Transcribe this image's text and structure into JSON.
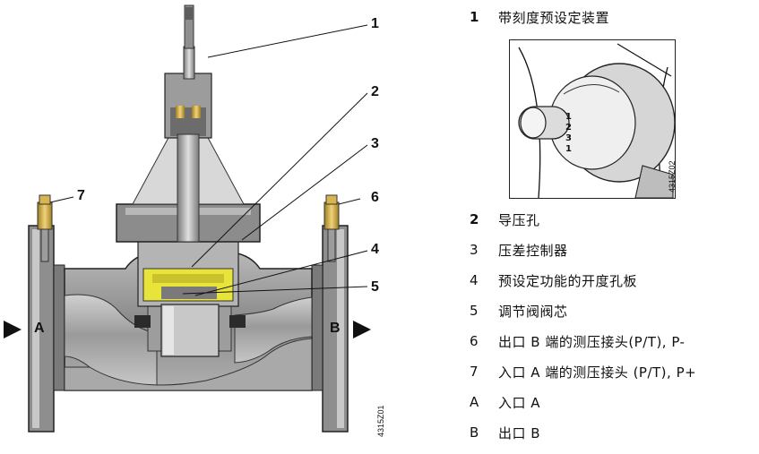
{
  "callouts": {
    "c1": "1",
    "c2": "2",
    "c3": "3",
    "c4": "4",
    "c5": "5",
    "c6": "6",
    "c7": "7"
  },
  "ports": {
    "a": "A",
    "b": "B"
  },
  "drawing_codes": {
    "main": "4315Z01",
    "inset": "4315Z02"
  },
  "legend": [
    {
      "key": "1",
      "text": "带刻度预设定装置"
    },
    {
      "key": "2",
      "text": "导压孔"
    },
    {
      "key": "3",
      "text": "压差控制器"
    },
    {
      "key": "4",
      "text": "预设定功能的开度孔板"
    },
    {
      "key": "5",
      "text": "调节阀阀芯"
    },
    {
      "key": "6",
      "text": "出口 B 端的测压接头(P/T), P-"
    },
    {
      "key": "7",
      "text": "入口 A 端的测压接头 (P/T), P+"
    },
    {
      "key": "A",
      "text": "入口 A"
    },
    {
      "key": "B",
      "text": "出口 B"
    }
  ],
  "inset_dial": {
    "scale_digits": [
      "1",
      "2",
      "3",
      "1"
    ]
  },
  "colors": {
    "metal_dark": "#5e5e5e",
    "metal_mid": "#9a9a9a",
    "metal_light": "#d2d2d2",
    "highlight": "#e8e43a",
    "brass": "#c9a33a"
  }
}
